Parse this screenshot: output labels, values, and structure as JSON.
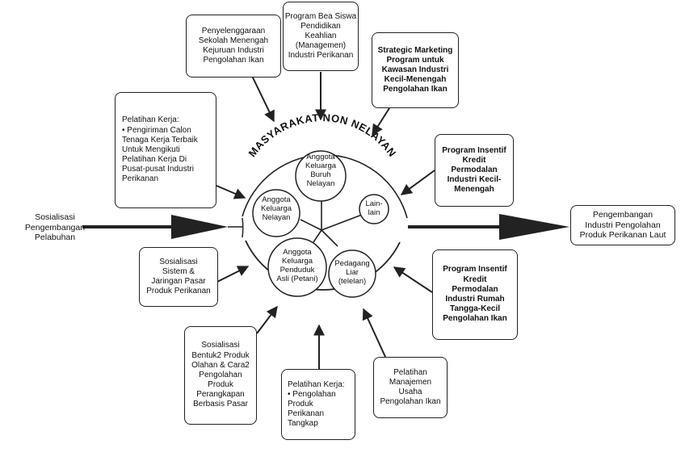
{
  "center": {
    "arc_title": "MASYARAKAT NON NELAYAN",
    "circles": [
      {
        "id": "buruh",
        "lines": [
          "Anggota",
          "Keluarga",
          "Buruh",
          "Nelayan"
        ]
      },
      {
        "id": "nelayan",
        "lines": [
          "Anggota",
          "Keluarga",
          "Nelayan"
        ]
      },
      {
        "id": "lain",
        "lines": [
          "Lain-",
          "lain"
        ]
      },
      {
        "id": "penduduk",
        "lines": [
          "Anggota",
          "Keluarga",
          "Penduduk",
          "Asli (Petani)"
        ]
      },
      {
        "id": "pedagang",
        "lines": [
          "Pedagang",
          "Liar",
          "(telelan)"
        ]
      }
    ]
  },
  "input_left": {
    "lines": [
      "Sosialisasi",
      "Pengembangan",
      "Pelabuhan"
    ]
  },
  "output_right": {
    "lines": [
      "Pengembangan",
      "Industri Pengolahan",
      "Produk Perikanan Laut"
    ]
  },
  "boxes": {
    "penyelenggaraan": {
      "lines": [
        "Penyelenggaraan",
        "Sekolah Menengah",
        "Kejuruan Industri",
        "Pengolahan Ikan"
      ]
    },
    "beasiswa": {
      "lines": [
        "Program Bea Siswa",
        "Pendidikan",
        "Keahlian",
        "(Managemen)",
        "Industri Perikanan"
      ]
    },
    "strategic": {
      "lines": [
        "Strategic Marketing",
        "Program untuk",
        "Kawasan Industri",
        "Kecil-Menengah",
        "Pengolahan Ikan"
      ]
    },
    "pelatihan_kerja_1": {
      "lines": [
        "Pelatihan Kerja:",
        "• Pengiriman Calon",
        "Tenaga Kerja Terbaik",
        "Untuk Mengikuti",
        "Pelatihan Kerja Di",
        "Pusat-pusat Industri",
        "Perikanan"
      ]
    },
    "insentif_1": {
      "lines": [
        "Program Insentif",
        "Kredit",
        "Permodalan",
        "Industri Kecil-",
        "Menengah"
      ]
    },
    "sosialisasi_sistem": {
      "lines": [
        "Sosialisasi",
        "Sistem &",
        "Jaringan Pasar",
        "Produk Perikanan"
      ]
    },
    "insentif_2": {
      "lines": [
        "Program Insentif",
        "Kredit",
        "Permodalan",
        "Industri Rumah",
        "Tangga-Kecil",
        "Pengolahan Ikan"
      ]
    },
    "sosialisasi_bentuk": {
      "lines": [
        "Sosialisasi",
        "Bentuk2 Produk",
        "Olahan & Cara2",
        "Pengolahan",
        "Produk",
        "Perangkapan",
        "Berbasis Pasar"
      ]
    },
    "pelatihan_kerja_2": {
      "lines": [
        "Pelatihan Kerja:",
        "• Pengolahan",
        "Produk",
        "Perikanan",
        "Tangkap"
      ]
    },
    "pelatihan_manajemen": {
      "lines": [
        "Pelatihan",
        "Manajemen",
        "Usaha",
        "Pengolahan Ikan"
      ]
    }
  }
}
